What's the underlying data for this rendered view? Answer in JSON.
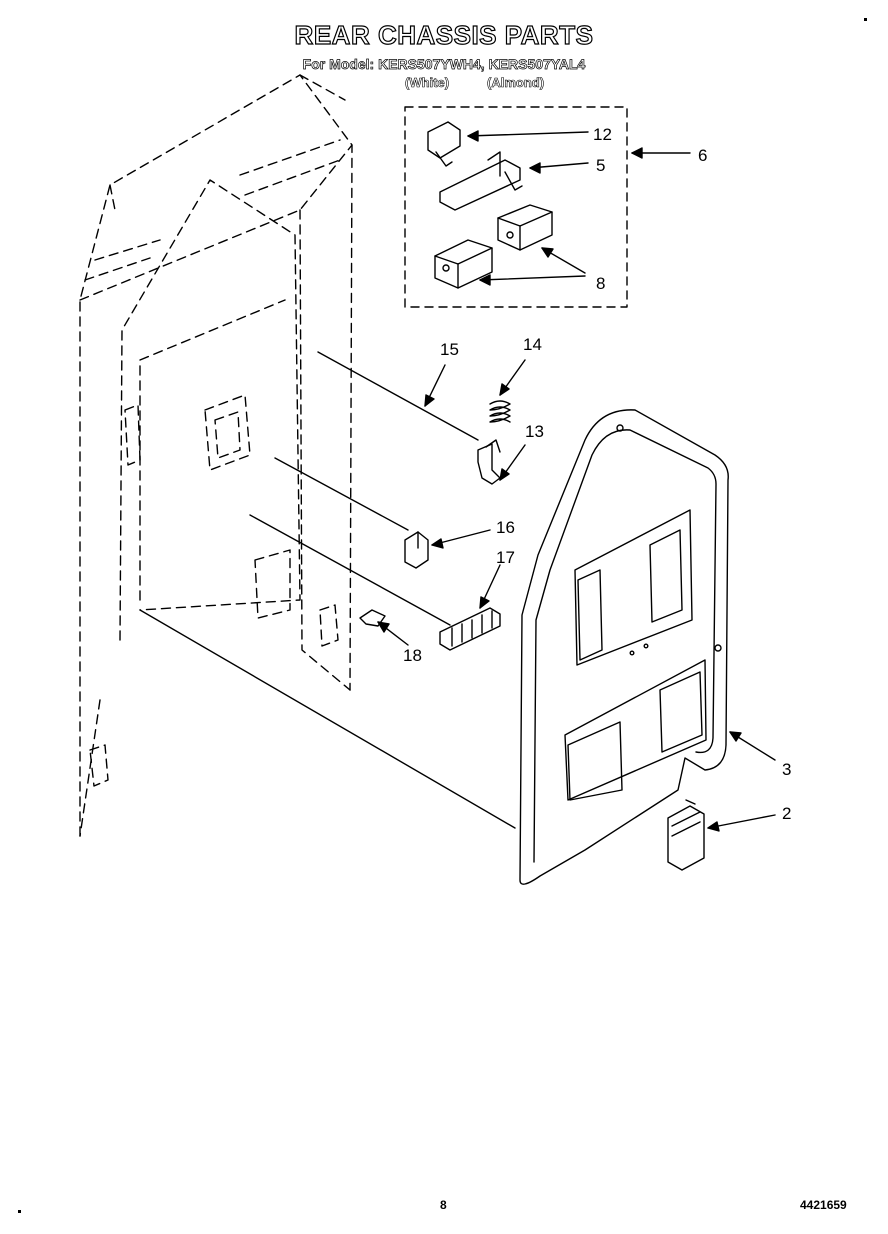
{
  "header": {
    "title": "REAR CHASSIS PARTS",
    "model_line": "For Model: KERS507YWH4, KERS507YAL4",
    "variant_white": "(White)",
    "variant_almond": "(Almond)"
  },
  "callouts": [
    "12",
    "5",
    "6",
    "8",
    "15",
    "14",
    "13",
    "16",
    "17",
    "18",
    "3",
    "2"
  ],
  "footer": {
    "page_number": "8",
    "doc_number": "4421659"
  }
}
